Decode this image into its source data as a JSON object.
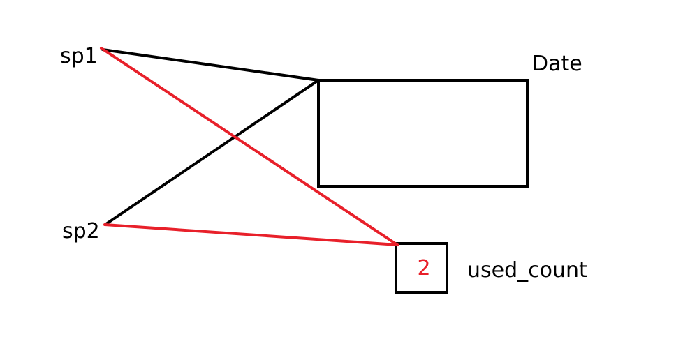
{
  "nodes": {
    "sp1": {
      "label": "sp1"
    },
    "sp2": {
      "label": "sp2"
    },
    "date": {
      "label": "Date"
    },
    "used_count": {
      "label": "used_count",
      "value": "2"
    }
  },
  "colors": {
    "black_link": "#000000",
    "red_link": "#e8202a",
    "count_value": "#e8202a",
    "text": "#000000",
    "box_stroke": "#000000"
  },
  "links": [
    {
      "from": "sp1",
      "to": "date",
      "color": "black"
    },
    {
      "from": "sp2",
      "to": "date",
      "color": "black"
    },
    {
      "from": "sp1",
      "to": "used_count",
      "color": "red"
    },
    {
      "from": "sp2",
      "to": "used_count",
      "color": "red"
    }
  ]
}
